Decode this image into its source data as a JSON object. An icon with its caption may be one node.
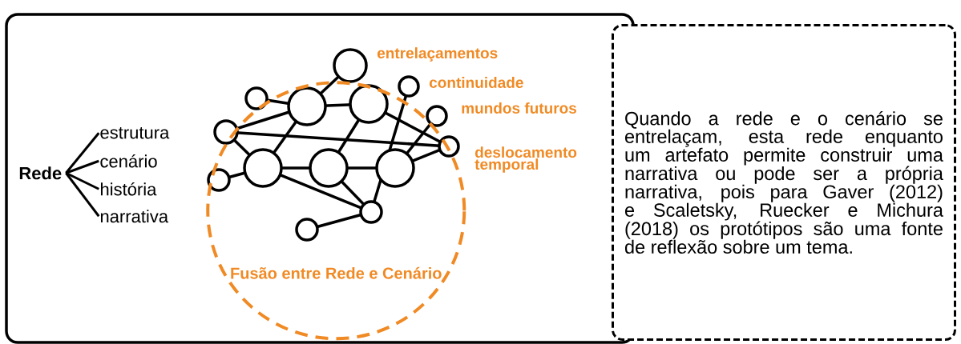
{
  "diagram": {
    "nodes": [
      {
        "text": [],
        "shape": "box"
      },
      {
        "text": [
          "Rede"
        ],
        "in": 0
      },
      {
        "text": [
          "estrutura"
        ],
        "in": 0
      },
      {
        "text": [
          "cenário"
        ],
        "in": 0
      },
      {
        "text": [
          "história"
        ],
        "in": 0
      },
      {
        "text": [
          "narrativa"
        ],
        "in": 0
      },
      {
        "text": [
          "Fusão entre Rede e Cenário"
        ],
        "in": 0
      },
      {
        "text": [
          "Quando a rede e o cenário se entrelaçam, esta rede enquanto um artefato permite construir uma narrativa ou pode ser a própria narrativa, pois para Gaver (2012) e Scaletsky, Ruecker e Michura (2018) os protótipos são uma fonte de reflexão sobre um  tema."
        ]
      }
    ],
    "edges": [
      {
        "from": 1,
        "to": 2,
        "arrow": "none"
      },
      {
        "from": 1,
        "to": 3,
        "arrow": "none"
      },
      {
        "from": 1,
        "to": 4,
        "arrow": "none"
      },
      {
        "from": 1,
        "to": 5,
        "arrow": "none"
      }
    ],
    "labels": [
      "entrelaçamentos",
      "continuidade",
      "mundos futuros",
      "deslocamento temporal"
    ]
  }
}
